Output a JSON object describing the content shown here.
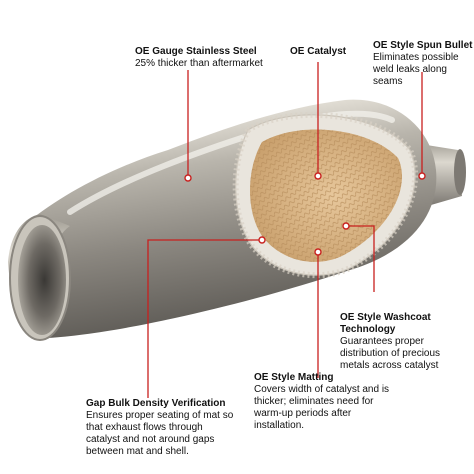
{
  "colors": {
    "accent": "#c8201e",
    "shell": "#a7a39a",
    "catalyst": "#d8b58a",
    "matting": "#e9e5dd"
  },
  "callouts": [
    {
      "id": "gauge",
      "title": "OE Gauge Stainless Steel",
      "desc": "25% thicker than aftermarket"
    },
    {
      "id": "catalyst",
      "title": "OE Catalyst",
      "desc": ""
    },
    {
      "id": "bullet",
      "title": "OE Style Spun Bullet",
      "desc": "Eliminates possible weld leaks along seams"
    },
    {
      "id": "washcoat",
      "title": "OE Style Washcoat Technology",
      "desc": "Guarantees proper distribution of precious metals across catalyst"
    },
    {
      "id": "matting",
      "title": "OE Style Matting",
      "desc": "Covers width of catalyst and is thicker; eliminates need for warm-up periods after installation."
    },
    {
      "id": "gap",
      "title": "Gap Bulk Density Verification",
      "desc": "Ensures proper seating of mat so that exhaust flows through catalyst and not around gaps between mat and shell."
    }
  ]
}
